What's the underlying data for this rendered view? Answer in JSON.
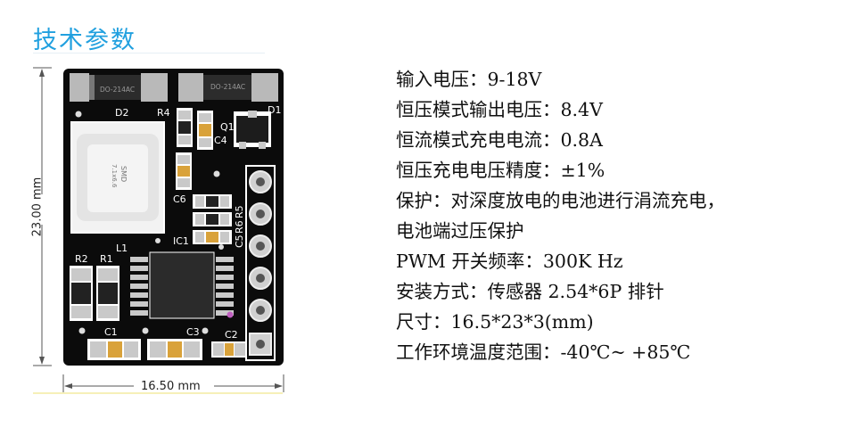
{
  "title": "技术参数",
  "dimensions": {
    "width": "16.50 mm",
    "height": "23.00 mm"
  },
  "board_labels": {
    "d1": "D1",
    "d2": "D2",
    "r4": "R4",
    "q1": "Q1",
    "c4": "C4",
    "c6": "C6",
    "r5": "R5",
    "r6": "R6",
    "c5": "C5",
    "ic1": "IC1",
    "l1": "L1",
    "r1": "R1",
    "r2": "R2",
    "c1": "C1",
    "c2": "C2",
    "c3": "C3",
    "diode_marking_left": "DO-214AC",
    "diode_marking_right": "DO-214AC",
    "inductor_marking_1": "SMD",
    "inductor_marking_2": "7.1x6.6"
  },
  "specs": [
    "输入电压：9-18V",
    "恒压模式输出电压：8.4V",
    "恒流模式充电电流：0.8A",
    "恒压充电电压精度：±1%",
    "保护：对深度放电的电池进行涓流充电，",
    "电池端过压保护",
    "PWM 开关频率：300K Hz",
    "安装方式：传感器 2.54*6P 排针",
    "尺寸：16.5*23*3(mm)",
    "工作环境温度范围：-40℃~ +85℃"
  ],
  "colors": {
    "title": "#21a0df",
    "board": "#0b0b0b",
    "silkscreen": "#ffffff",
    "pad": "#c9c9c9",
    "cap_body": "#d9a23a"
  }
}
